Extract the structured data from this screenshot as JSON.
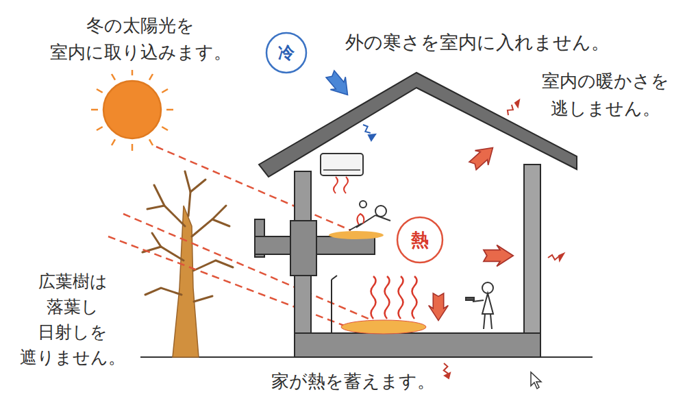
{
  "diagram": {
    "nodes": [
      {
        "text": [
          "冷"
        ]
      },
      {
        "text": [
          "熱"
        ]
      }
    ],
    "labels": [
      "冬の太陽光を 室内に取り込みます。",
      "外の寒さを室内に入れません。",
      "室内の暖かさを 逃しません。",
      "広葉樹は 落葉し 日射しを 遮りません。",
      "家が熱を蓄えます。"
    ]
  }
}
